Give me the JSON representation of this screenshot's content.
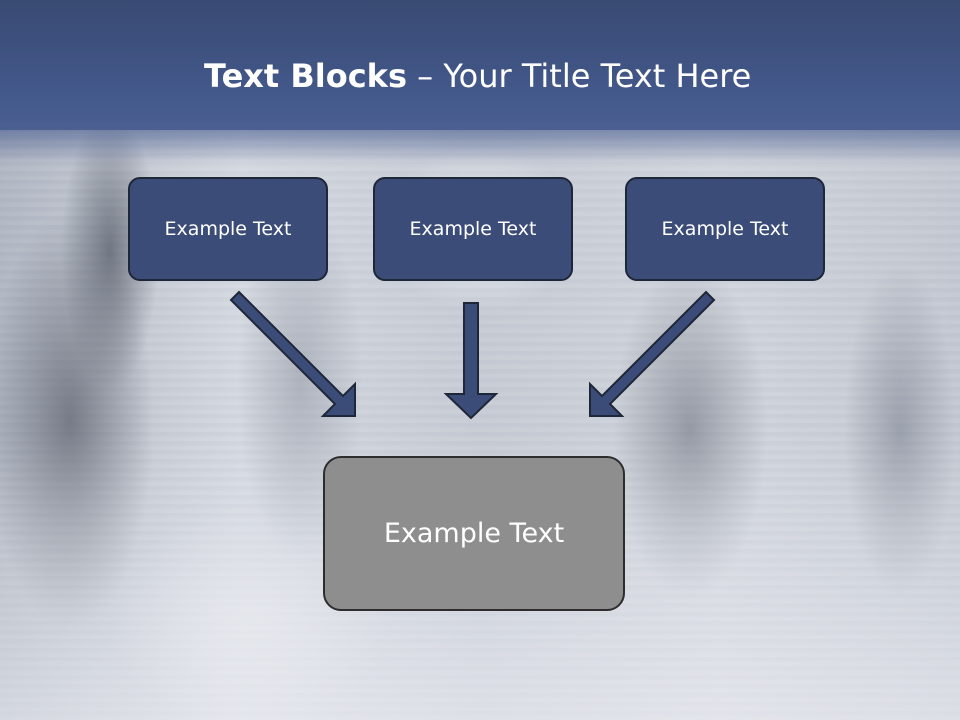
{
  "slide": {
    "title_strong": "Text Blocks",
    "title_rest": "– Your Title Text Here"
  },
  "diagram": {
    "top_blocks": [
      {
        "label": "Example Text"
      },
      {
        "label": "Example Text"
      },
      {
        "label": "Example Text"
      }
    ],
    "target_block": {
      "label": "Example Text"
    }
  },
  "colors": {
    "header": "#43588a",
    "block_fill": "#3b4c78",
    "arrow_fill": "#3b4c78",
    "target_fill": "#8e8e8e"
  }
}
